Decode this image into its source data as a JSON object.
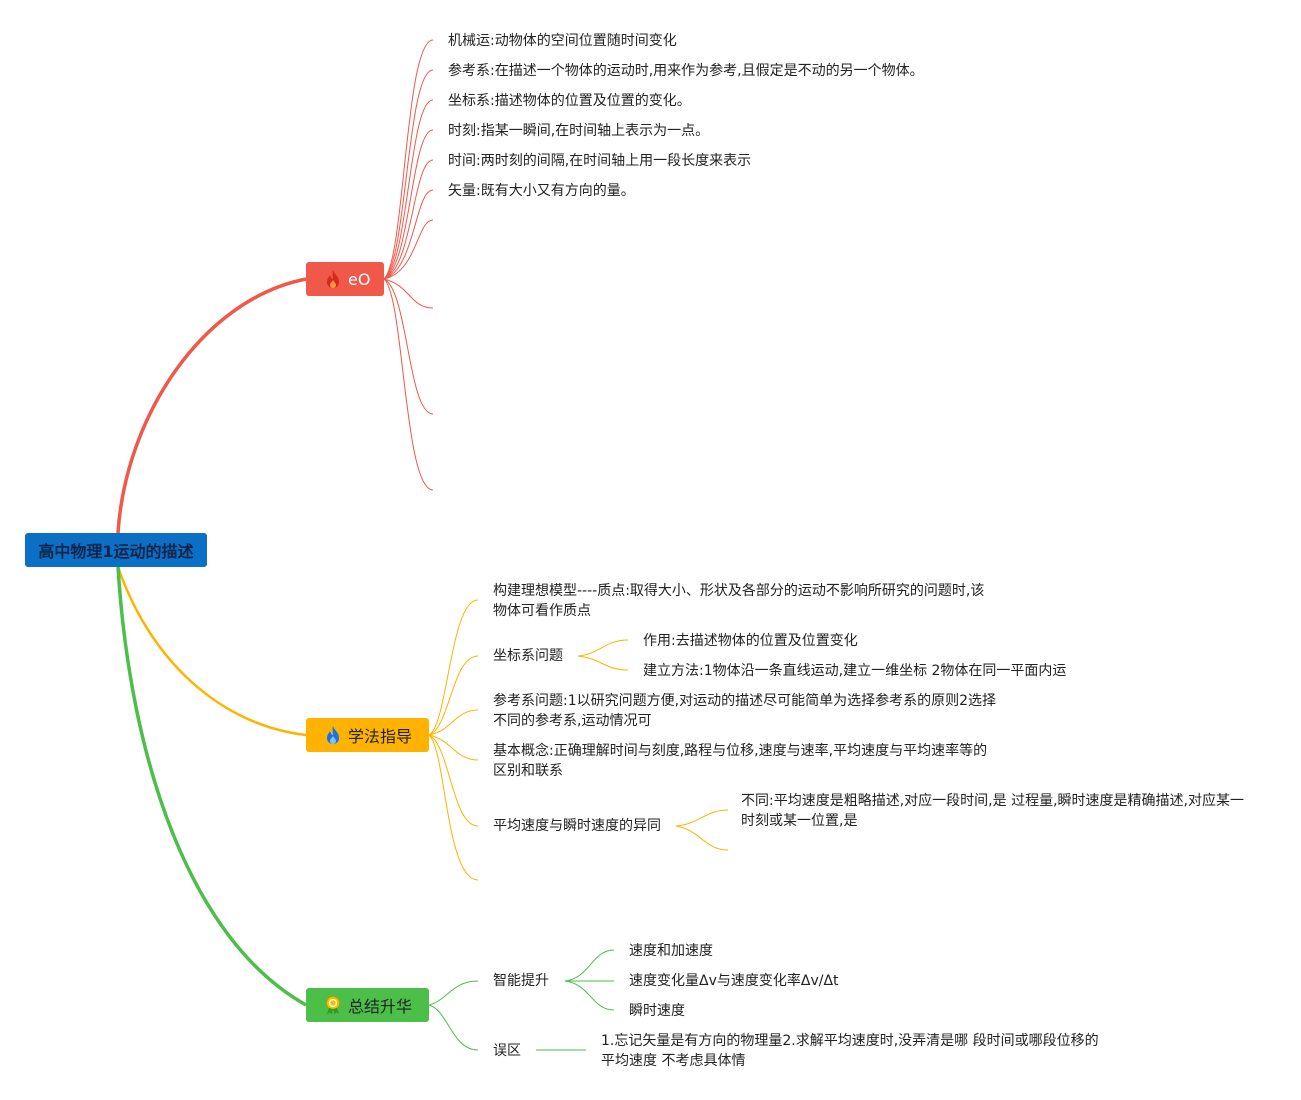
{
  "root": {
    "label": "高中物理1运动的描述"
  },
  "branches": {
    "b1": {
      "label": "eO",
      "icon": "flame-icon",
      "color": "#f0584a",
      "items": [
        "机械运:动物体的空间位置随时间变化",
        "参考系:在描述一个物体的运动时,用来作为参考,且假定是不动的另一个物体。",
        "坐标系:描述物体的位置及位置的变化。",
        "时刻:指某一瞬间,在时间轴上表示为一点。",
        "时间:两时刻的间隔,在时间轴上用一段长度来表示",
        "矢量:既有大小又有方向的量。"
      ]
    },
    "b2": {
      "label": "学法指导",
      "icon": "flame-icon",
      "color": "#ffb300",
      "items": {
        "model": "构建理想模型----质点:取得大小、形状及各部分的运动不影响所研究的问题时,该物体可看作质点",
        "coord": {
          "label": "坐标系问题",
          "children": [
            "作用:去描述物体的位置及位置变化",
            "建立方法:1物体沿一条直线运动,建立一维坐标 2物体在同一平面内运"
          ]
        },
        "ref": "参考系问题:1以研究问题方便,对运动的描述尽可能简单为选择参考系的原则2选择不同的参考系,运动情况可",
        "basic": "基本概念:正确理解时间与刻度,路程与位移,速度与速率,平均速度与平均速率等的区别和联系",
        "avg": {
          "label": "平均速度与瞬时速度的异同",
          "children": [
            "不同:平均速度是粗略描述,对应一段时间,是 过程量,瞬时速度是精确描述,对应某一时刻或某一位置,是"
          ]
        }
      }
    },
    "b3": {
      "label": "总结升华",
      "icon": "medal-icon",
      "color": "#4bbf48",
      "items": {
        "skill": {
          "label": "智能提升",
          "children": [
            "速度和加速度",
            "速度变化量Δv与速度变化率Δv/Δt",
            "瞬时速度"
          ]
        },
        "mistake": {
          "label": "误区",
          "children": [
            "1.忘记矢量是有方向的物理量2.求解平均速度时,没弄清是哪 段时间或哪段位移的平均速度 不考虑具体情"
          ]
        }
      }
    }
  }
}
